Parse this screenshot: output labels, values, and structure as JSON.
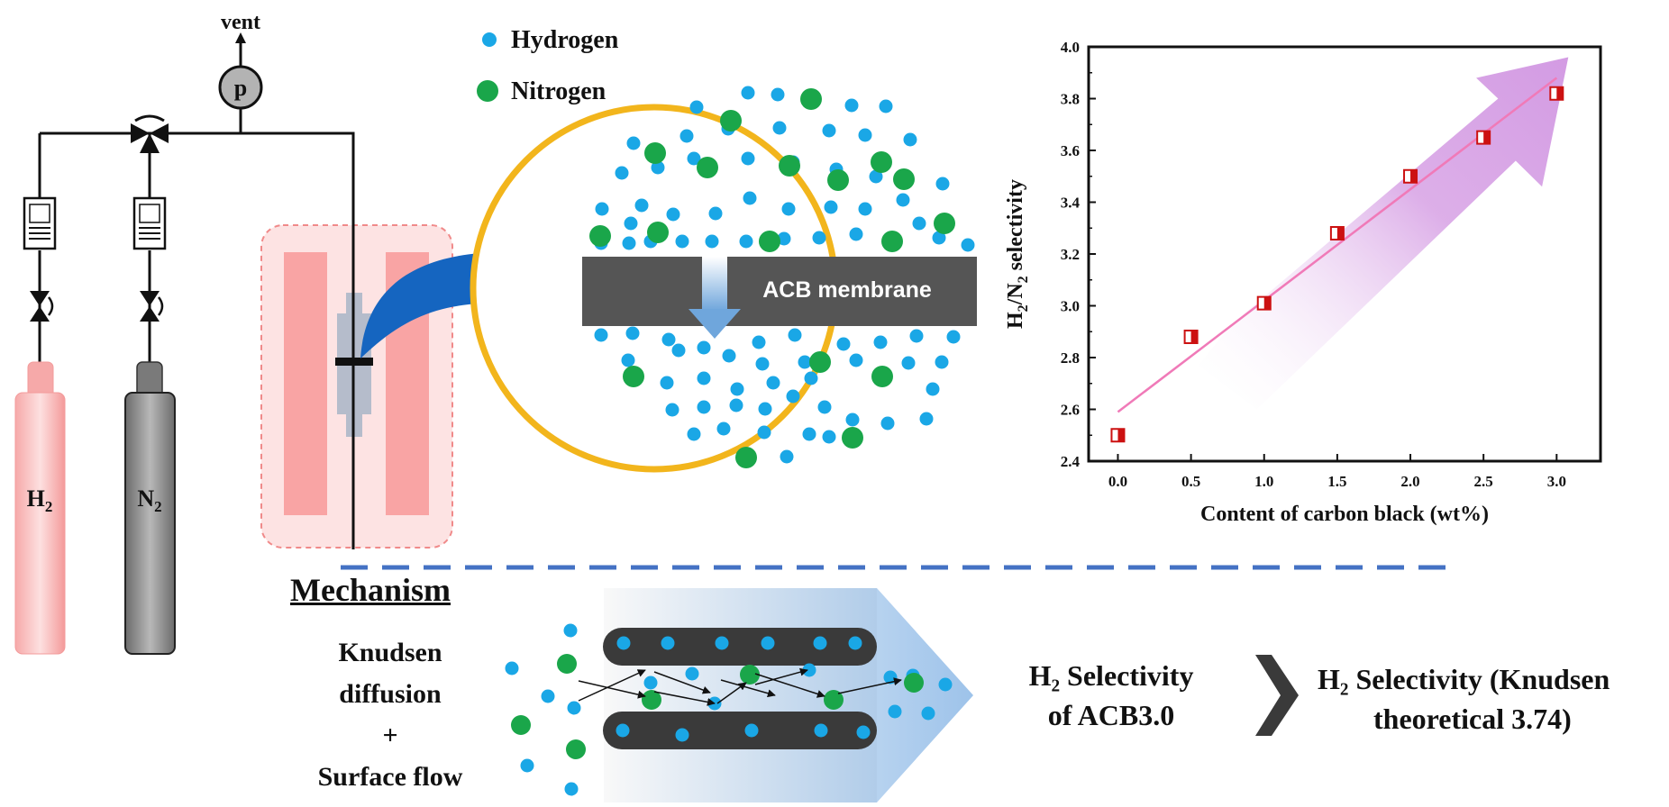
{
  "setup": {
    "vent_label": "vent",
    "pressure_label": "p",
    "cylinder_h2_label": "H",
    "cylinder_h2_sub": "2",
    "cylinder_n2_label": "N",
    "cylinder_n2_sub": "2"
  },
  "legend": {
    "hydrogen": "Hydrogen",
    "nitrogen": "Nitrogen"
  },
  "membrane_label": "ACB membrane",
  "mechanism": {
    "title": "Mechanism",
    "line1": "Knudsen",
    "line2": "diffusion",
    "line3": "+",
    "line4": "Surface flow"
  },
  "comparison": {
    "left_line1": "H₂ Selectivity",
    "left_line2": "of ACB3.0",
    "right_line1": "H₂ Selectivity (Knudsen",
    "right_line2": "theoretical 3.74)"
  },
  "colors": {
    "hydrogen": "#1aa7e6",
    "nitrogen": "#1aa64a",
    "membrane": "#555555",
    "ring": "#f2b51c",
    "arrow_blue": "#1565c0",
    "chart_arrow": "#d9a6e6",
    "fit_line": "#f07ab8",
    "marker": "#cc1111"
  },
  "chart_data": {
    "type": "scatter",
    "title": "",
    "xlabel": "Content of carbon black (wt%)",
    "ylabel_main": "H",
    "ylabel_sub1": "2",
    "ylabel_mid": "/N",
    "ylabel_sub2": "2",
    "ylabel_tail": " selectivity",
    "xlim": [
      -0.2,
      3.3
    ],
    "ylim": [
      2.4,
      4.0
    ],
    "xticks": [
      "0.0",
      "0.5",
      "1.0",
      "1.5",
      "2.0",
      "2.5",
      "3.0"
    ],
    "yticks": [
      "2.4",
      "2.6",
      "2.8",
      "3.0",
      "3.2",
      "3.4",
      "3.6",
      "3.8",
      "4.0"
    ],
    "x": [
      0.0,
      0.5,
      1.0,
      1.5,
      2.0,
      2.5,
      3.0
    ],
    "y": [
      2.5,
      2.88,
      3.01,
      3.28,
      3.5,
      3.65,
      3.82
    ],
    "fit_line": {
      "x": [
        0.0,
        3.0
      ],
      "y": [
        2.59,
        3.88
      ]
    },
    "grid": false
  }
}
